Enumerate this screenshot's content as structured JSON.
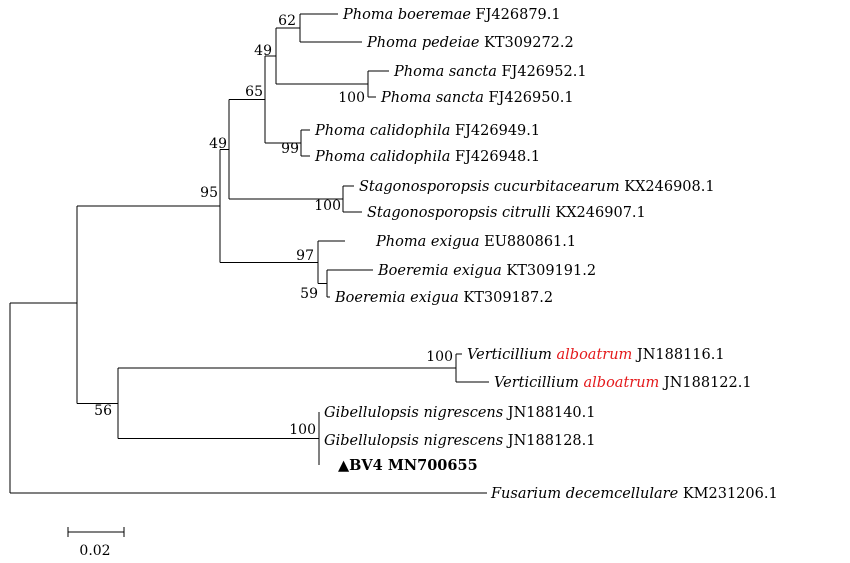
{
  "tree": {
    "taxa": [
      {
        "id": "t1",
        "genus": "Phoma",
        "species": "boeremae",
        "accession": "FJ426879.1"
      },
      {
        "id": "t2",
        "genus": "Phoma",
        "species": "pedeiae",
        "accession": "KT309272.2"
      },
      {
        "id": "t3",
        "genus": "Phoma",
        "species": "sancta",
        "accession": "FJ426952.1"
      },
      {
        "id": "t4",
        "genus": "Phoma",
        "species": "sancta",
        "accession": "FJ426950.1"
      },
      {
        "id": "t5",
        "genus": "Phoma",
        "species": "calidophila",
        "accession": "FJ426949.1"
      },
      {
        "id": "t6",
        "genus": "Phoma",
        "species": "calidophila",
        "accession": "FJ426948.1"
      },
      {
        "id": "t7",
        "genus": "Stagonosporopsis",
        "species": "cucurbitacearum",
        "accession": "KX246908.1"
      },
      {
        "id": "t8",
        "genus": "Stagonosporopsis",
        "species": "citrulli",
        "accession": "KX246907.1"
      },
      {
        "id": "t9",
        "genus": "Phoma",
        "species": "exigua",
        "accession": "EU880861.1"
      },
      {
        "id": "t10",
        "genus": "Boeremia",
        "species": "exigua",
        "accession": "KT309191.2"
      },
      {
        "id": "t11",
        "genus": "Boeremia",
        "species": "exigua",
        "accession": "KT309187.2"
      },
      {
        "id": "t12",
        "genus": "Verticillium",
        "species": "alboatrum",
        "accession": "JN188116.1",
        "species_color": "#e41a1c"
      },
      {
        "id": "t13",
        "genus": "Verticillium",
        "species": "alboatrum",
        "accession": "JN188122.1",
        "species_color": "#e41a1c"
      },
      {
        "id": "t14",
        "genus": "Gibellulopsis",
        "species": "nigrescens",
        "accession": "JN188140.1"
      },
      {
        "id": "t15",
        "genus": "Gibellulopsis",
        "species": "nigrescens",
        "accession": "JN188128.1"
      },
      {
        "id": "t16",
        "marker": "▲",
        "isolate": "BV4",
        "accession": "MN700655",
        "bold": true
      },
      {
        "id": "t17",
        "genus": "Fusarium",
        "species": "decemcellulare",
        "accession": "KM231206.1"
      }
    ],
    "bootstrap_values": {
      "n_boe_ped": "62",
      "n_boe_sancta": "49",
      "n_sancta": "100",
      "n_phoma_core": "65",
      "n_calido": "99",
      "n_phoma_stago": "49",
      "n_stago": "100",
      "n_upper": "95",
      "n_exigua": "97",
      "n_boeremia": "59",
      "n_vert": "100",
      "n_lower": "56",
      "n_gib": "100"
    },
    "scale_bar": {
      "label": "0.02"
    }
  }
}
